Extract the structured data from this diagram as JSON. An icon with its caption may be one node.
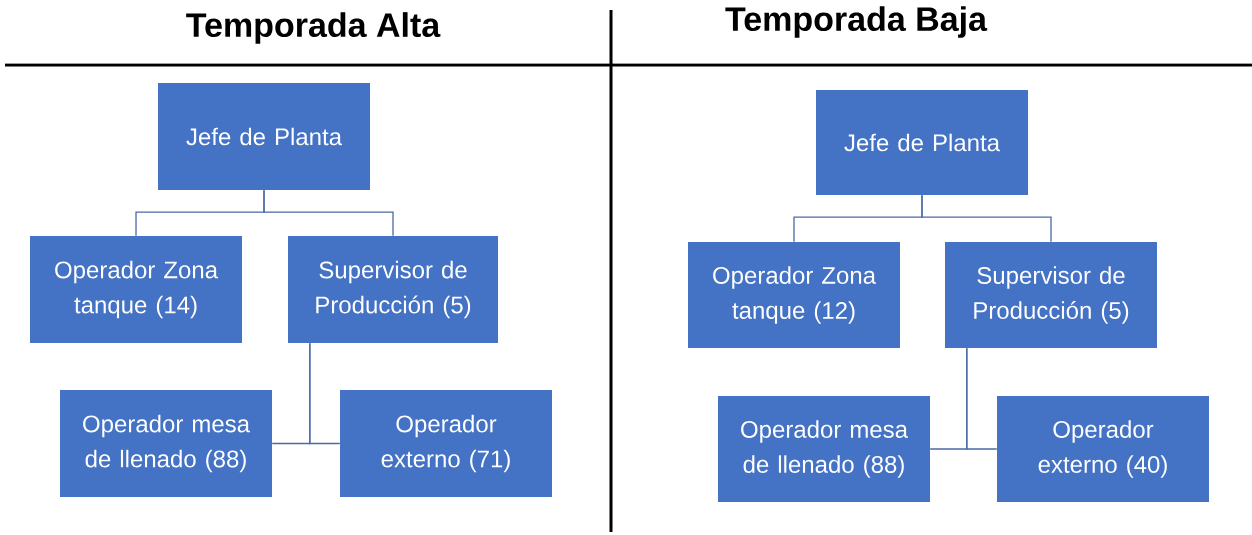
{
  "diagram": {
    "nodes": [
      {
        "text": [
          "Jefe de Planta"
        ]
      },
      {
        "text": [
          "Operador Zona tanque (14)"
        ]
      },
      {
        "text": [
          "Supervisor de Producción (5)"
        ]
      },
      {
        "text": [
          "Operador mesa de llenado (88)"
        ]
      },
      {
        "text": [
          "Operador externo (71)"
        ]
      },
      {
        "text": [
          "Jefe de Planta"
        ]
      },
      {
        "text": [
          "Operador Zona tanque (12)"
        ]
      },
      {
        "text": [
          "Supervisor de Producción (5)"
        ]
      },
      {
        "text": [
          "Operador mesa de llenado (88)"
        ]
      },
      {
        "text": [
          "Operador externo (40)"
        ]
      }
    ],
    "edges": [
      {
        "from": 0,
        "to": 1,
        "arrow": "none"
      },
      {
        "from": 0,
        "to": 2,
        "arrow": "none"
      },
      {
        "from": 2,
        "to": 3,
        "arrow": "none"
      },
      {
        "from": 2,
        "to": 4,
        "arrow": "none"
      },
      {
        "from": 5,
        "to": 6,
        "arrow": "none"
      },
      {
        "from": 5,
        "to": 7,
        "arrow": "none"
      },
      {
        "from": 7,
        "to": 8,
        "arrow": "none"
      },
      {
        "from": 7,
        "to": 9,
        "arrow": "none"
      }
    ],
    "labels": [
      "Temporada Alta",
      "Temporada Baja"
    ]
  }
}
